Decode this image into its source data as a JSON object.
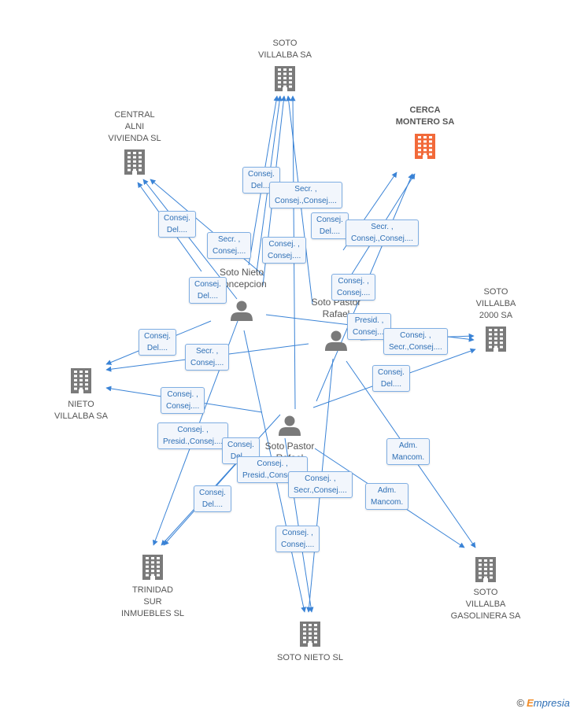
{
  "colors": {
    "edge": "#3a83d6",
    "building": "#7a7a7a",
    "building_highlight": "#f26a3a",
    "person": "#7a7a7a"
  },
  "companies": [
    {
      "id": "soto-villalba-sa",
      "lines": [
        "SOTO",
        "VILLALBA SA"
      ],
      "icon": "building-icon",
      "highlight": false
    },
    {
      "id": "central-alni-vivienda-sl",
      "lines": [
        "CENTRAL",
        "ALNI",
        "VIVIENDA SL"
      ],
      "icon": "building-icon",
      "highlight": false
    },
    {
      "id": "cerca-montero-sa",
      "lines": [
        "CERCA",
        "MONTERO SA"
      ],
      "icon": "building-icon",
      "highlight": true
    },
    {
      "id": "soto-villalba-2000-sa",
      "lines": [
        "SOTO",
        "VILLALBA",
        "2000 SA"
      ],
      "icon": "building-icon",
      "highlight": false
    },
    {
      "id": "nieto-villalba-sa",
      "lines": [
        "NIETO",
        "VILLALBA SA"
      ],
      "icon": "building-icon",
      "highlight": false
    },
    {
      "id": "trinidad-sur-inmuebles-sl",
      "lines": [
        "TRINIDAD",
        "SUR",
        "INMUEBLES SL"
      ],
      "icon": "building-icon",
      "highlight": false
    },
    {
      "id": "soto-nieto-sl",
      "lines": [
        "SOTO NIETO SL"
      ],
      "icon": "building-icon",
      "highlight": false
    },
    {
      "id": "soto-villalba-gasolinera-sa",
      "lines": [
        "SOTO",
        "VILLALBA",
        "GASOLINERA SA"
      ],
      "icon": "building-icon",
      "highlight": false
    }
  ],
  "persons": [
    {
      "id": "soto-nieto-concepcion",
      "lines": [
        "Soto Nieto",
        "Concepcion"
      ],
      "icon": "person-icon"
    },
    {
      "id": "soto-pastor-rafael",
      "lines": [
        "Soto Pastor",
        "Rafael"
      ],
      "icon": "person-icon"
    },
    {
      "id": "soto-pastor-3",
      "lines": [
        "Soto Pastor",
        "Rafael"
      ],
      "icon": "person-icon"
    }
  ],
  "roles": [
    {
      "lines": [
        "Consej.",
        "Del...."
      ]
    },
    {
      "lines": [
        "Secr. ,",
        "Consej.,Consej...."
      ]
    },
    {
      "lines": [
        "Consej.",
        "Del...."
      ]
    },
    {
      "lines": [
        "Secr. ,",
        "Consej...."
      ]
    },
    {
      "lines": [
        "Consej. ,",
        "Consej...."
      ]
    },
    {
      "lines": [
        "Consej.",
        "Del...."
      ]
    },
    {
      "lines": [
        "Secr. ,",
        "Consej.,Consej...."
      ]
    },
    {
      "lines": [
        "Consej.",
        "Del...."
      ]
    },
    {
      "lines": [
        "Consej. ,",
        "Consej...."
      ]
    },
    {
      "lines": [
        "Presid. ,",
        "Consej...."
      ]
    },
    {
      "lines": [
        "Consej. ,",
        "Secr.,Consej...."
      ]
    },
    {
      "lines": [
        "Consej.",
        "Del...."
      ]
    },
    {
      "lines": [
        "Secr. ,",
        "Consej...."
      ]
    },
    {
      "lines": [
        "Consej.",
        "Del...."
      ]
    },
    {
      "lines": [
        "Consej. ,",
        "Consej...."
      ]
    },
    {
      "lines": [
        "Consej. ,",
        "Presid.,Consej...."
      ]
    },
    {
      "lines": [
        "Consej.",
        "Del...."
      ]
    },
    {
      "lines": [
        "Consej. ,",
        "Presid.,Consej...."
      ]
    },
    {
      "lines": [
        "Consej. ,",
        "Secr.,Consej...."
      ]
    },
    {
      "lines": [
        "Consej.",
        "Del...."
      ]
    },
    {
      "lines": [
        "Adm.",
        "Mancom."
      ]
    },
    {
      "lines": [
        "Adm.",
        "Mancom."
      ]
    },
    {
      "lines": [
        "Consej. ,",
        "Consej...."
      ]
    }
  ],
  "watermark": {
    "copyright": "©",
    "e": "E",
    "rest": "mpresia"
  }
}
